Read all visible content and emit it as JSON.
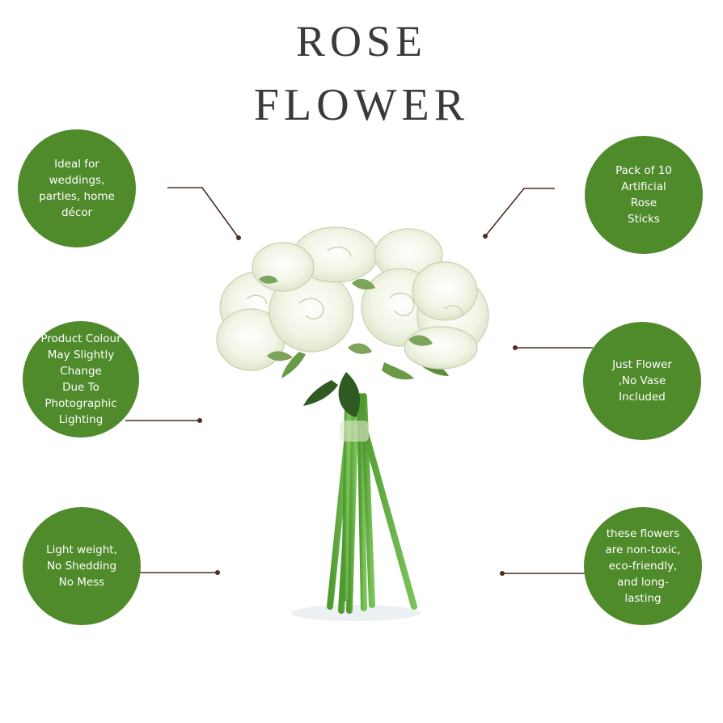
{
  "title": {
    "line1": "ROSE",
    "line2": "FLOWER"
  },
  "features": [
    {
      "text": "Ideal for\nweddings,\nparties, home\ndécor"
    },
    {
      "text": "Pack of 10\nArtificial\nRose\nSticks"
    },
    {
      "text": "Product Colour\nMay Slightly\nChange\nDue To\nPhotographic\nLighting"
    },
    {
      "text": "Just Flower\n,No Vase\nIncluded"
    },
    {
      "text": "Light weight,\nNo Shedding\nNo Mess"
    },
    {
      "text": "these flowers\nare non-toxic,\neco-friendly,\nand long-\nlasting"
    }
  ],
  "colors": {
    "badge": "#4f8a2b",
    "title": "#3a3a36",
    "leader": "#4a2e22"
  },
  "icons": {
    "product": "white-rose-bouquet-image"
  }
}
